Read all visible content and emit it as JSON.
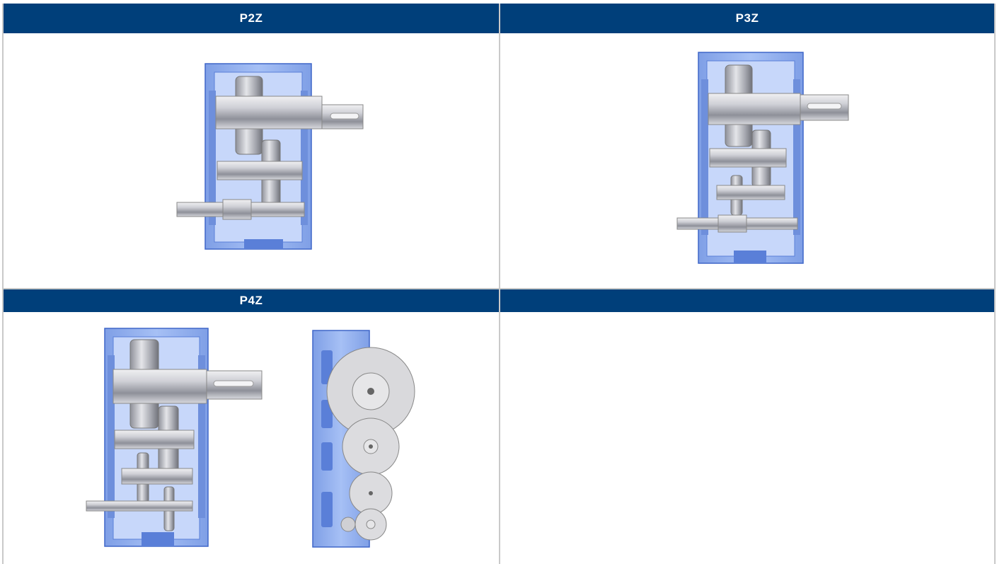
{
  "table": {
    "headers": [
      "P2Z",
      "P3Z",
      "P4Z",
      ""
    ],
    "images": [
      {
        "icon": "gearbox-p2z-cross-section-drawing"
      },
      {
        "icon": "gearbox-p3z-cross-section-drawing"
      },
      {
        "icon": "gearbox-p4z-cross-section-drawing"
      },
      {
        "icon": "gearbox-p4z-side-view-drawing"
      }
    ]
  },
  "colors": {
    "header_bg": "#003f7a",
    "header_text": "#ffffff",
    "housing_blue": "#8fb0f0",
    "housing_edge": "#3f66c8",
    "steel": "#c2c2c8",
    "grid_line": "#c9c9c9"
  }
}
